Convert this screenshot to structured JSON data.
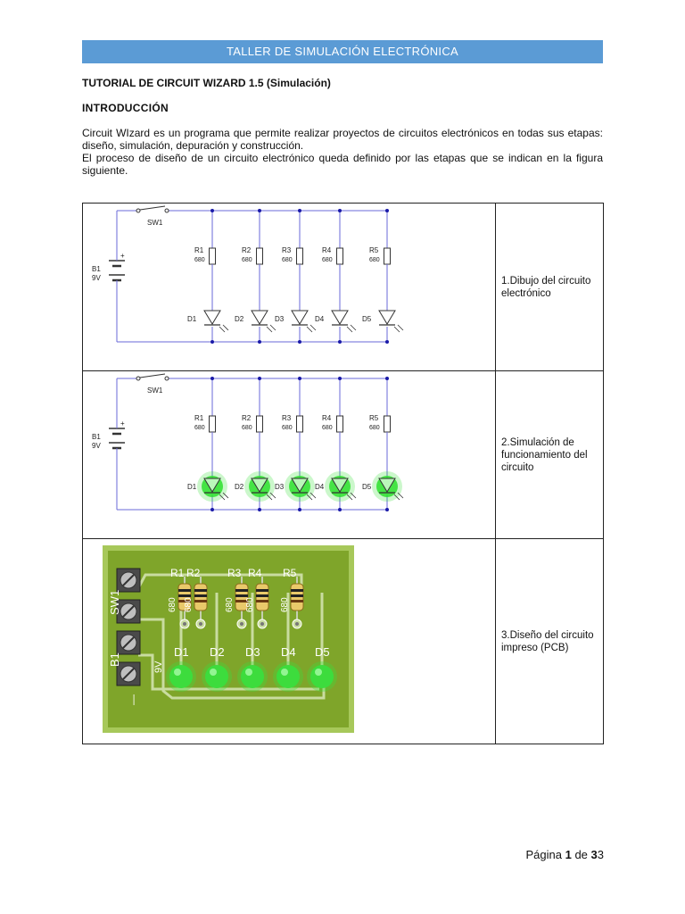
{
  "header": {
    "title": "TALLER DE SIMULACIÓN ELECTRÓNICA"
  },
  "document": {
    "title": "TUTORIAL DE CIRCUIT WIZARD 1.5 (Simulación)",
    "section_heading": "INTRODUCCIÓN",
    "paragraph1": "Circuit WIzard es un programa que permite realizar proyectos de circuitos electrónicos en todas sus etapas:  diseño, simulación, depuración y construcción.",
    "paragraph2": "El proceso de diseño de un circuito electrónico queda definido por las etapas que se indican en la figura siguiente."
  },
  "figure": {
    "rows": [
      {
        "caption": "1.Dibujo del circuito electrónico"
      },
      {
        "caption": "2.Simulación de funcionamiento del circuito"
      },
      {
        "caption": "3.Diseño del circuito impreso (PCB)"
      }
    ],
    "schematic": {
      "switch": "SW1",
      "battery": "B1",
      "battery_value": "9V",
      "battery_plus": "+",
      "resistors": [
        {
          "name": "R1",
          "value": "680"
        },
        {
          "name": "R2",
          "value": "680"
        },
        {
          "name": "R3",
          "value": "680"
        },
        {
          "name": "R4",
          "value": "680"
        },
        {
          "name": "R5",
          "value": "680"
        }
      ],
      "diodes": [
        "D1",
        "D2",
        "D3",
        "D4",
        "D5"
      ]
    },
    "pcb": {
      "switch": "SW1",
      "battery": "B1",
      "battery_value": "9V",
      "resistors": [
        "R1",
        "R2",
        "R3",
        "R4",
        "R5"
      ],
      "resistor_value": "680",
      "diodes": [
        "D1",
        "D2",
        "D3",
        "D4",
        "D5"
      ],
      "minus_mark": "—",
      "colors": {
        "board": "#7fa52a",
        "silk": "#c9dca0",
        "led": "#3ddc3d"
      }
    }
  },
  "colors": {
    "header_bar": "#5b9bd5",
    "wire": "#6a6ad8",
    "junction": "#1a1aa8",
    "led_on": "#2ee02e"
  },
  "footer": {
    "prefix": "Página ",
    "page": "1",
    "of": " de ",
    "total_bold": "3",
    "total_rest": "3"
  }
}
